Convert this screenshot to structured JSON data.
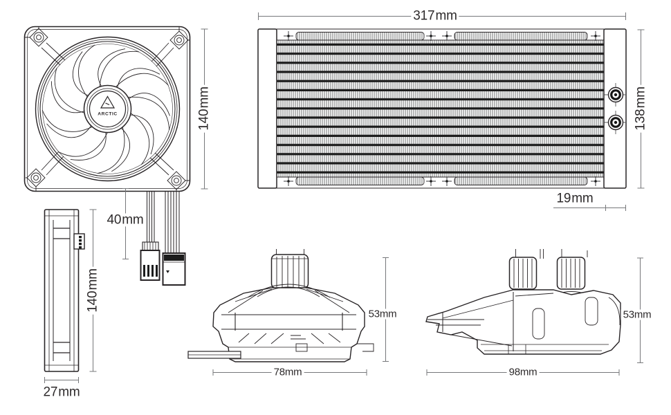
{
  "meta": {
    "background": "#ffffff",
    "ink_color": "#272325",
    "dimension_color": "#76777a"
  },
  "views": {
    "fan_front": {
      "logo": "ARCTIC",
      "height_label": "140 mm",
      "cable_length_label": "40 mm"
    },
    "radiator": {
      "length_label": "317 mm",
      "height_label": "138 mm",
      "depth_label": "19 mm"
    },
    "fan_side": {
      "height_label": "140 mm",
      "width_label": "27 mm"
    },
    "pump_front": {
      "width_label": "78 mm",
      "height_label": "53 mm"
    },
    "pump_side": {
      "width_label": "98 mm",
      "height_label": "53 mm"
    }
  }
}
